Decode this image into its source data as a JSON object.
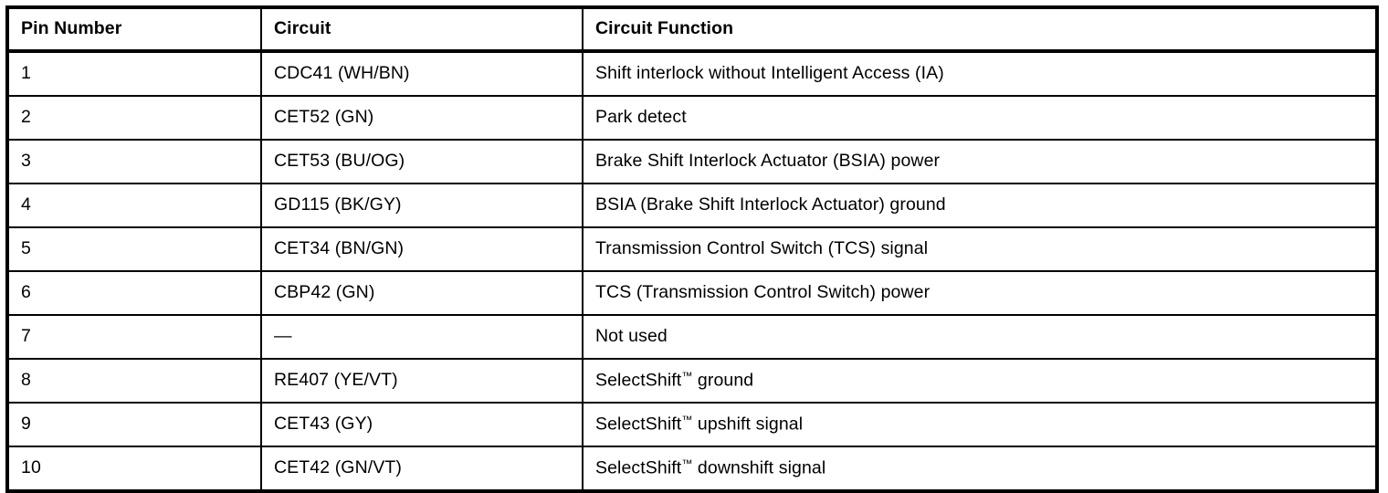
{
  "document": {
    "type": "connector-pinout-table",
    "background_color": "#ffffff",
    "text_color": "#000000",
    "border_color": "#000000"
  },
  "table": {
    "columns": [
      {
        "key": "pin",
        "label": "Pin Number"
      },
      {
        "key": "circuit",
        "label": "Circuit"
      },
      {
        "key": "function",
        "label": "Circuit Function"
      }
    ],
    "rows": [
      {
        "pin": "1",
        "circuit": "CDC41 (WH/BN)",
        "function": "Shift interlock without Intelligent Access (IA)"
      },
      {
        "pin": "2",
        "circuit": "CET52 (GN)",
        "function": "Park detect"
      },
      {
        "pin": "3",
        "circuit": "CET53 (BU/OG)",
        "function": "Brake Shift Interlock Actuator (BSIA) power"
      },
      {
        "pin": "4",
        "circuit": "GD115 (BK/GY)",
        "function": "BSIA (Brake Shift Interlock Actuator) ground"
      },
      {
        "pin": "5",
        "circuit": "CET34 (BN/GN)",
        "function": "Transmission Control Switch (TCS) signal"
      },
      {
        "pin": "6",
        "circuit": "CBP42 (GN)",
        "function": "TCS (Transmission Control Switch) power"
      },
      {
        "pin": "7",
        "circuit": "—",
        "function": "Not used"
      },
      {
        "pin": "8",
        "circuit": "RE407 (YE/VT)",
        "function_prefix": "SelectShift",
        "function_tm": "™",
        "function_suffix": " ground",
        "function": "SelectShift™ ground"
      },
      {
        "pin": "9",
        "circuit": "CET43 (GY)",
        "function_prefix": "SelectShift",
        "function_tm": "™",
        "function_suffix": " upshift signal",
        "function": "SelectShift™ upshift signal"
      },
      {
        "pin": "10",
        "circuit": "CET42 (GN/VT)",
        "function_prefix": "SelectShift",
        "function_tm": "™",
        "function_suffix": " downshift signal",
        "function": "SelectShift™ downshift signal"
      }
    ]
  }
}
